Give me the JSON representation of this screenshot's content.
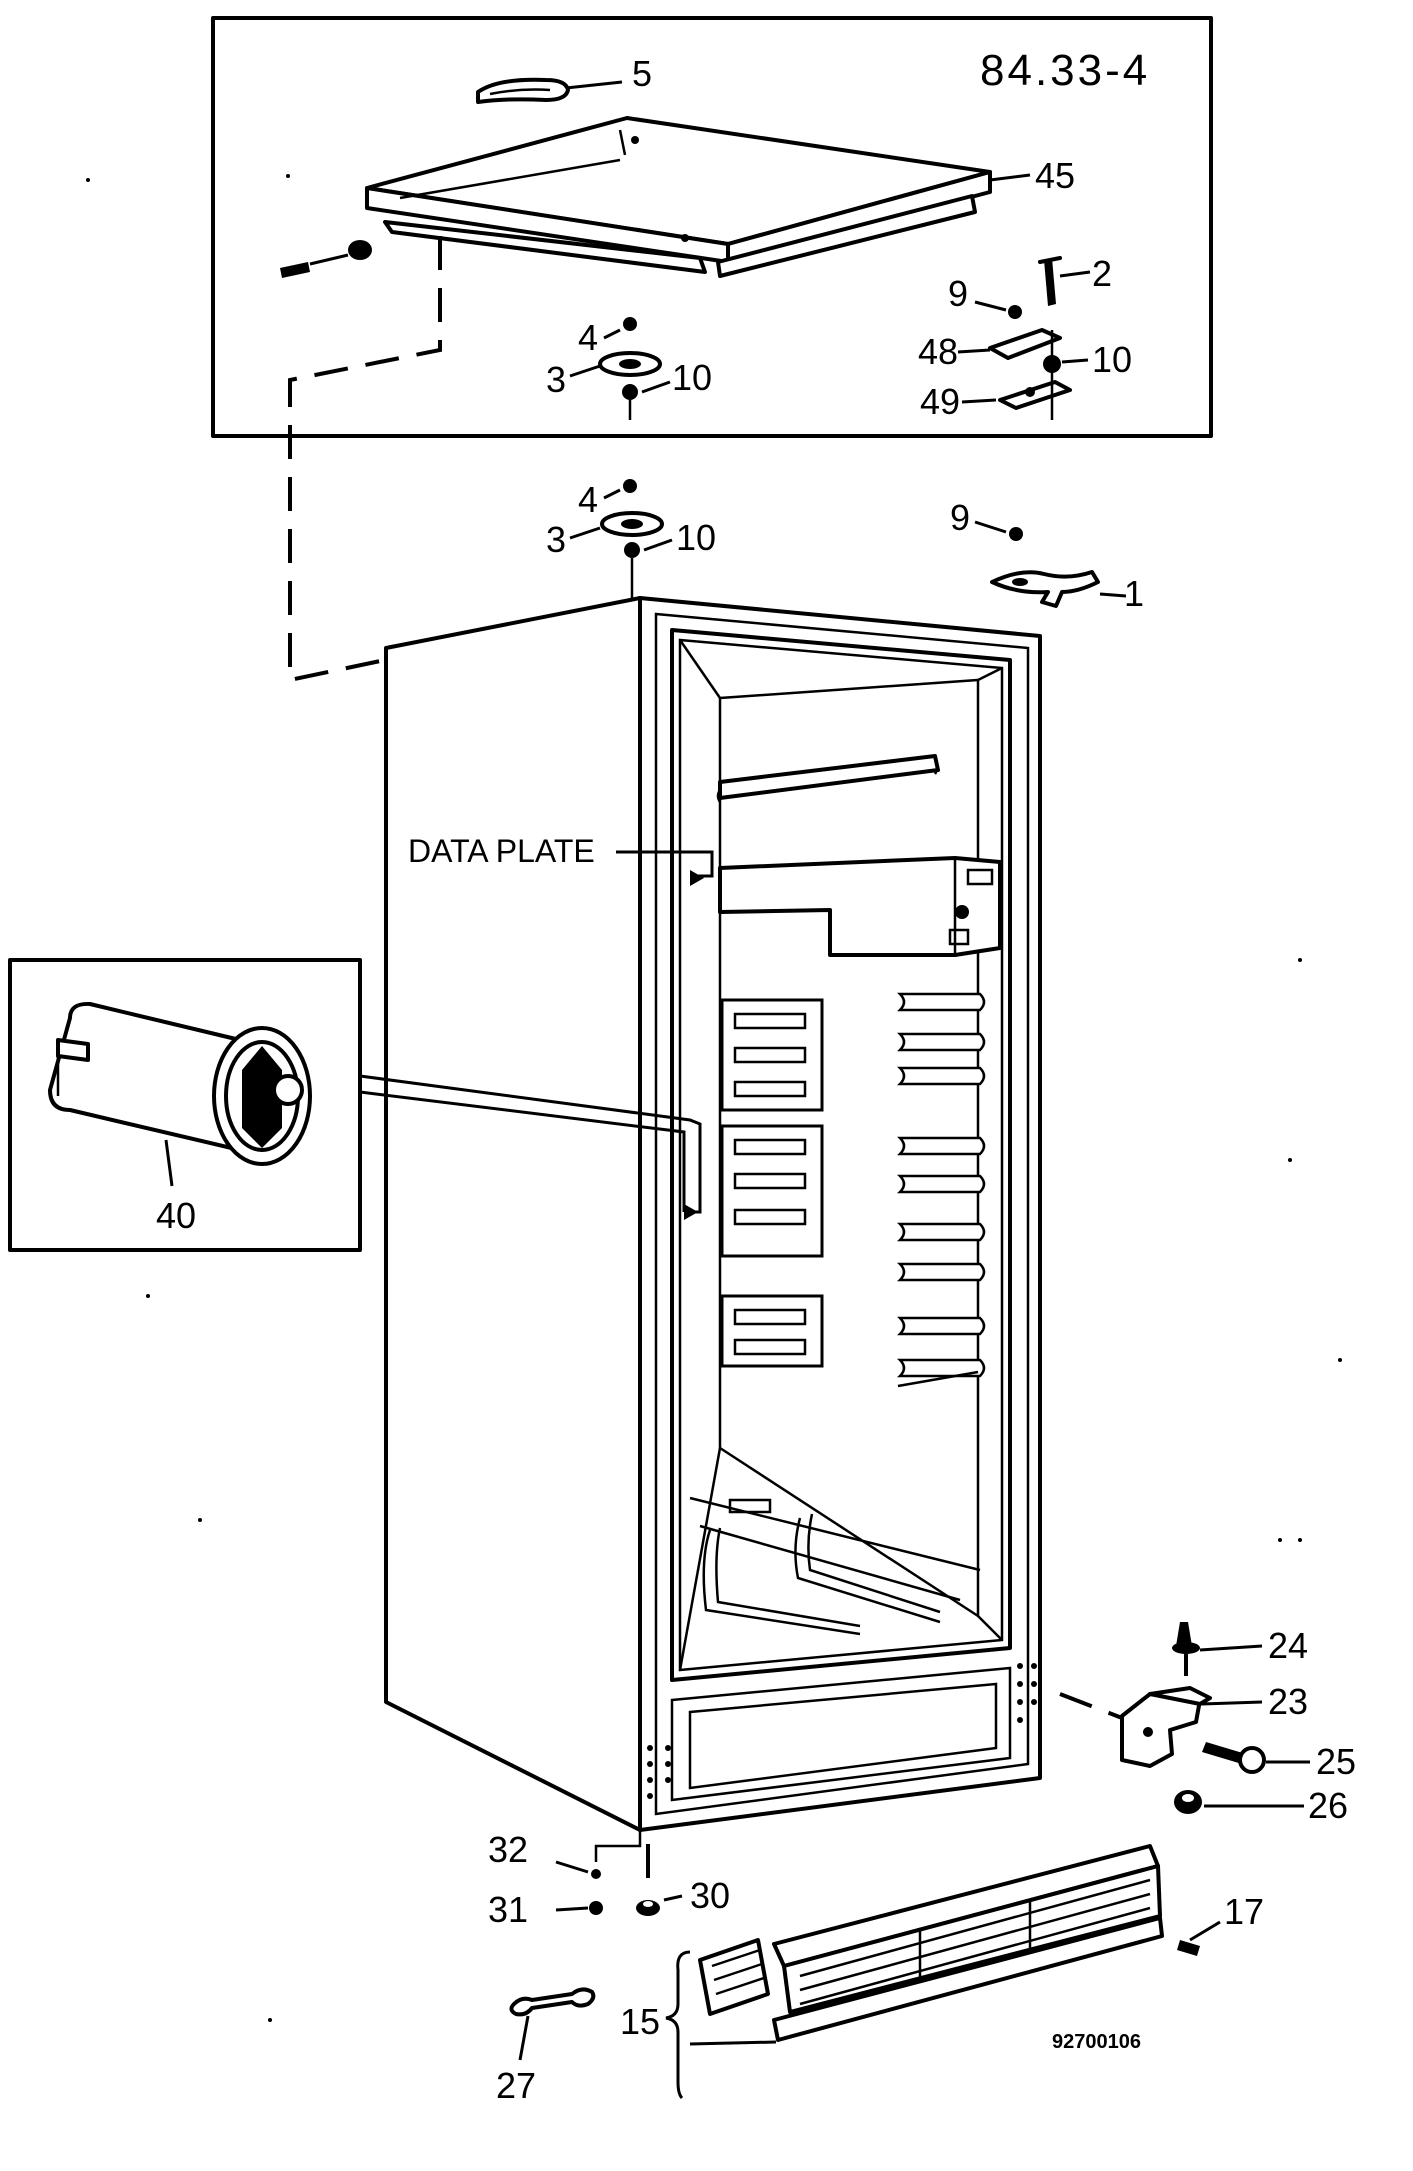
{
  "diagram": {
    "drawing_code": "84.33-4",
    "document_number": "92700106",
    "data_plate_label": "DATA PLATE",
    "part_labels": {
      "p1": "1",
      "p2": "2",
      "p3a": "3",
      "p3b": "3",
      "p4a": "4",
      "p4b": "4",
      "p5": "5",
      "p9a": "9",
      "p9b": "9",
      "p10a": "10",
      "p10b": "10",
      "p10c": "10",
      "p15": "15",
      "p17": "17",
      "p23": "23",
      "p24": "24",
      "p25": "25",
      "p26": "26",
      "p27": "27",
      "p30": "30",
      "p31": "31",
      "p32": "32",
      "p40": "40",
      "p45": "45",
      "p48": "48",
      "p49": "49"
    }
  }
}
